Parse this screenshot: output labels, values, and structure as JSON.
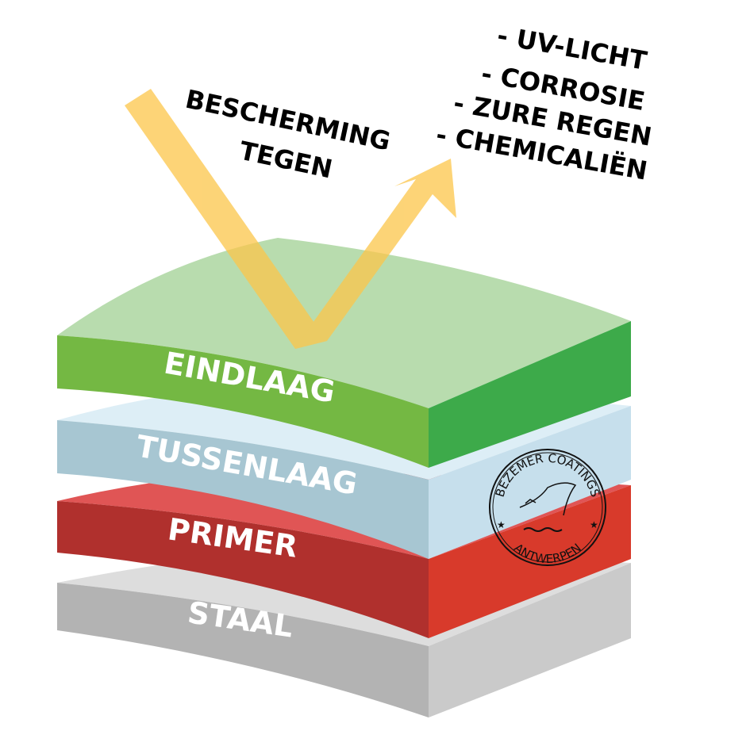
{
  "heading": {
    "line1": "BESCHERMING",
    "line2": "TEGEN"
  },
  "threats": [
    "- UV-LICHT",
    "- CORROSIE",
    "- ZURE REGEN",
    "- CHEMICALIËN"
  ],
  "layers": [
    {
      "label": "EINDLAAG",
      "top": "#b8dcae",
      "front": "#74b843",
      "side": "#3daa4a"
    },
    {
      "label": "TUSSENLAAG",
      "top": "#ddeef6",
      "front": "#a7c6d2",
      "side": "#c6dfec"
    },
    {
      "label": "PRIMER",
      "top": "#e05555",
      "front": "#b0302d",
      "side": "#d83a2b"
    },
    {
      "label": "STAAL",
      "top": "#dddddd",
      "front": "#b3b3b3",
      "side": "#cacaca"
    }
  ],
  "stamp": {
    "top_text": "BEZEMER COATINGS",
    "bottom_text": "ANTWERPEN"
  },
  "arrow_color": "#fcc64a"
}
